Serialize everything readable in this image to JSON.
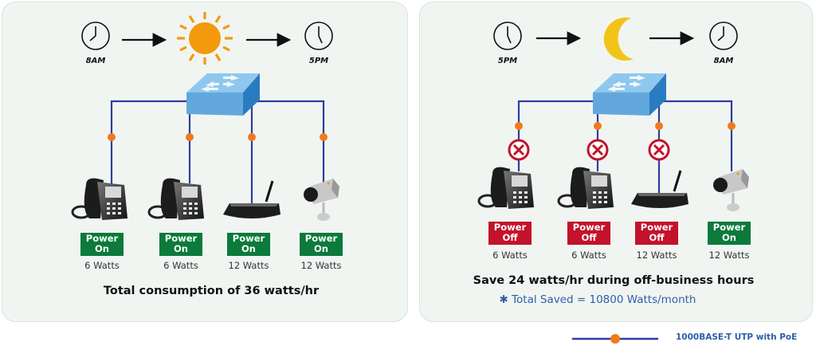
{
  "colors": {
    "panel_bg": "#f1f5f2",
    "cable": "#2f3ea0",
    "poe_dot": "#f07a1c",
    "power_on": "#0b7a3b",
    "power_off": "#c3122b",
    "sun": "#f29a0c",
    "moon": "#f2c417",
    "switch": "#6aaee0",
    "saved_text": "#2d5fa8"
  },
  "day_panel": {
    "start_time": "8AM",
    "end_time": "5PM",
    "period_icon": "sun-icon",
    "devices": [
      {
        "type": "ip-phone",
        "status": "Power On",
        "status_line1": "Power",
        "status_line2": "On",
        "watts": "6 Watts",
        "blocked": false
      },
      {
        "type": "ip-phone",
        "status": "Power On",
        "status_line1": "Power",
        "status_line2": "On",
        "watts": "6 Watts",
        "blocked": false
      },
      {
        "type": "wireless-ap",
        "status": "Power On",
        "status_line1": "Power",
        "status_line2": "On",
        "watts": "12 Watts",
        "blocked": false
      },
      {
        "type": "ip-camera",
        "status": "Power On",
        "status_line1": "Power",
        "status_line2": "On",
        "watts": "12 Watts",
        "blocked": false
      }
    ],
    "summary": "Total consumption of 36 watts/hr"
  },
  "night_panel": {
    "start_time": "5PM",
    "end_time": "8AM",
    "period_icon": "moon-icon",
    "devices": [
      {
        "type": "ip-phone",
        "status": "Power Off",
        "status_line1": "Power",
        "status_line2": "Off",
        "watts": "6 Watts",
        "blocked": true
      },
      {
        "type": "ip-phone",
        "status": "Power Off",
        "status_line1": "Power",
        "status_line2": "Off",
        "watts": "6 Watts",
        "blocked": true
      },
      {
        "type": "wireless-ap",
        "status": "Power Off",
        "status_line1": "Power",
        "status_line2": "Off",
        "watts": "12 Watts",
        "blocked": true
      },
      {
        "type": "ip-camera",
        "status": "Power On",
        "status_line1": "Power",
        "status_line2": "On",
        "watts": "12 Watts",
        "blocked": false
      }
    ],
    "summary": "Save 24 watts/hr during off-business hours",
    "saved_note": "✱ Total Saved = 10800 Watts/month"
  },
  "legend": {
    "dot_label": "PoE",
    "label": "1000BASE-T UTP with PoE"
  }
}
